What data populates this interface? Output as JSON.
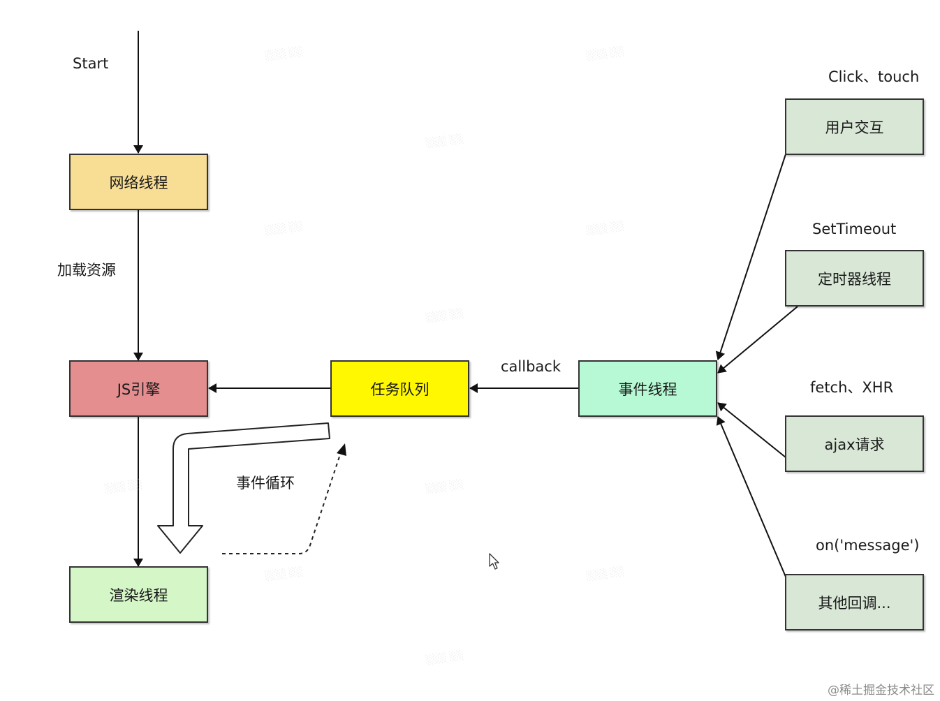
{
  "nodes": {
    "network": {
      "label": "网络线程",
      "color": "#f8dd94"
    },
    "js_engine": {
      "label": "JS引擎",
      "color": "#e48e8f"
    },
    "render": {
      "label": "渲染线程",
      "color": "#d5f7c8"
    },
    "task_queue": {
      "label": "任务队列",
      "color": "#fff800"
    },
    "event_thread": {
      "label": "事件线程",
      "color": "#b6f9d4"
    },
    "user_interaction": {
      "label": "用户交互",
      "color": "#d9e8d6"
    },
    "timer": {
      "label": "定时器线程",
      "color": "#d9e8d6"
    },
    "ajax": {
      "label": "ajax请求",
      "color": "#d9e8d6"
    },
    "other": {
      "label": "其他回调...",
      "color": "#d9e8d6"
    }
  },
  "labels": {
    "start": "Start",
    "load": "加载资源",
    "callback": "callback",
    "event_loop": "事件循环",
    "click_touch": "Click、touch",
    "settimeout": "SetTimeout",
    "fetch_xhr": "fetch、XHR",
    "on_message": "on('message')"
  },
  "watermark": "@稀土掘金技术社区"
}
